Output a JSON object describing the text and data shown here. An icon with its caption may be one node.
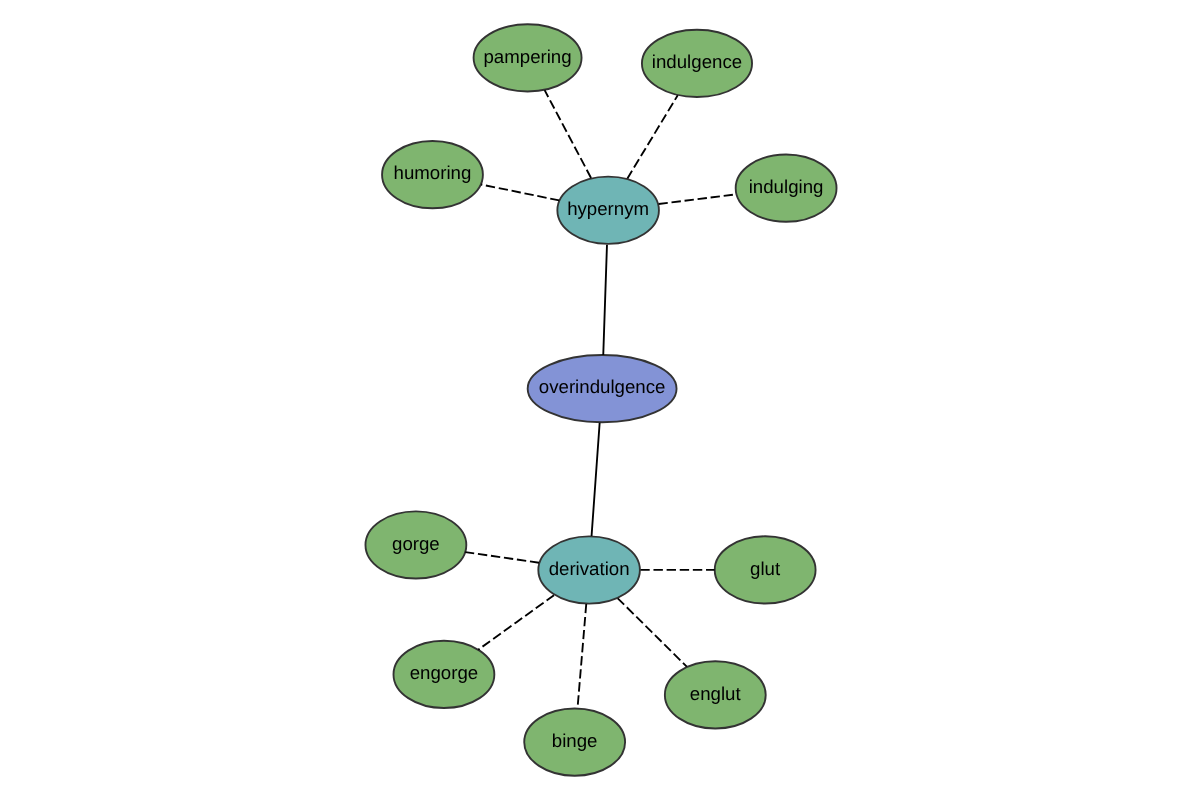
{
  "diagram": {
    "nodes": [
      {
        "text": [
          "pampering"
        ]
      },
      {
        "text": [
          "indulging"
        ]
      },
      {
        "text": [
          "humoring"
        ]
      },
      {
        "text": [
          "hypernym"
        ]
      },
      {
        "text": [
          "indulgence"
        ]
      },
      {
        "text": [
          "overindulgence"
        ]
      },
      {
        "text": [
          "binge"
        ]
      },
      {
        "text": [
          "derivation"
        ]
      },
      {
        "text": [
          "engorge"
        ]
      },
      {
        "text": [
          "glut"
        ]
      },
      {
        "text": [
          "englut"
        ]
      },
      {
        "text": [
          "gorge"
        ]
      }
    ],
    "edges": [
      {
        "from": 3,
        "to": 0,
        "arrow": "none",
        "style": "dashed"
      },
      {
        "from": 3,
        "to": 1,
        "arrow": "none",
        "style": "dashed"
      },
      {
        "from": 3,
        "to": 2,
        "arrow": "none",
        "style": "dashed"
      },
      {
        "from": 3,
        "to": 4,
        "arrow": "none",
        "style": "dashed"
      },
      {
        "from": 3,
        "to": 5,
        "arrow": "none"
      },
      {
        "from": 5,
        "to": 7,
        "arrow": "none"
      },
      {
        "from": 7,
        "to": 6,
        "arrow": "none",
        "style": "dashed"
      },
      {
        "from": 7,
        "to": 8,
        "arrow": "none",
        "style": "dashed"
      },
      {
        "from": 7,
        "to": 9,
        "arrow": "none",
        "style": "dashed"
      },
      {
        "from": 7,
        "to": 10,
        "arrow": "none",
        "style": "dashed"
      },
      {
        "from": 7,
        "to": 11,
        "arrow": "none",
        "style": "dashed"
      }
    ]
  }
}
